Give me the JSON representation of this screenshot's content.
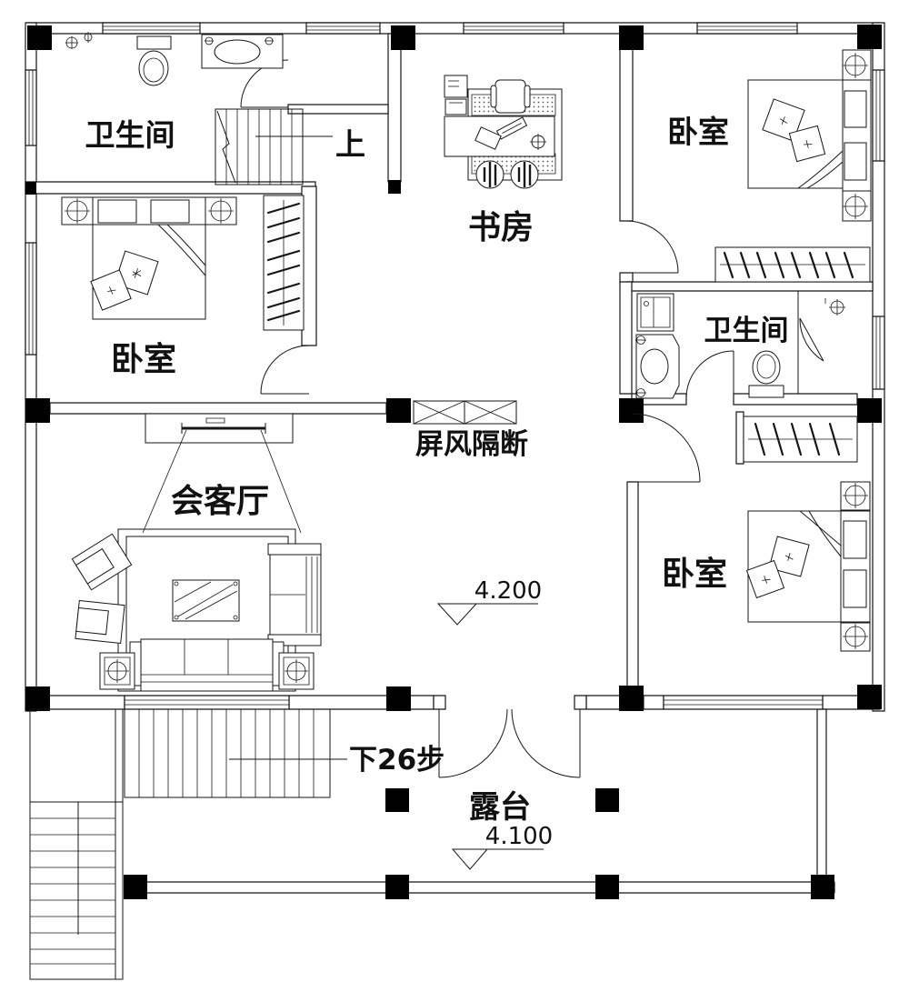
{
  "drawing": {
    "type": "floor-plan",
    "colors": {
      "line": "#161616",
      "wall_fill": "#ffffff",
      "column_fill": "#000000",
      "background": "#ffffff"
    }
  },
  "rooms": {
    "bathroom_top_left": {
      "label": "卫生间"
    },
    "bedroom_top_left": {
      "label": "卧室"
    },
    "study": {
      "label": "书房"
    },
    "bedroom_top_right": {
      "label": "卧室"
    },
    "bathroom_right": {
      "label": "卫生间"
    },
    "bedroom_bottom_right": {
      "label": "卧室"
    },
    "living_room": {
      "label": "会客厅"
    },
    "terrace": {
      "label": "露台"
    }
  },
  "annotations": {
    "screen_partition": "屏风隔断",
    "stairs_up": "上",
    "stairs_down": "下26步",
    "elevation_main": "4.200",
    "elevation_terrace": "4.100"
  }
}
